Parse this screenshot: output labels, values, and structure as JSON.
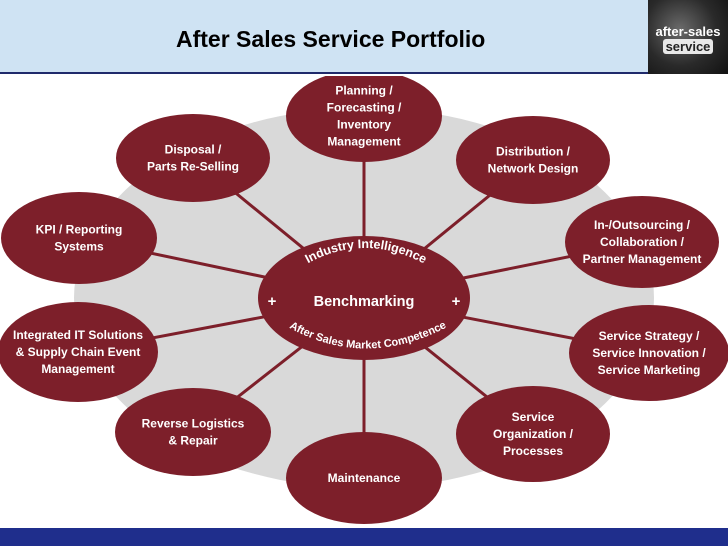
{
  "header": {
    "title": "After Sales Service Portfolio",
    "logo_text": [
      "after-sales",
      "service"
    ]
  },
  "center": {
    "top_arc": "Industry Intelligence",
    "main": "Benchmarking",
    "left_plus": "+",
    "right_plus": "+",
    "bottom_arc": "After Sales Market Competence"
  },
  "nodes": [
    {
      "lines": [
        "Planning /",
        "Forecasting /",
        "Inventory",
        "Management"
      ]
    },
    {
      "lines": [
        "Distribution /",
        "Network Design"
      ]
    },
    {
      "lines": [
        "In-/Outsourcing /",
        "Collaboration /",
        "Partner Management"
      ]
    },
    {
      "lines": [
        "Service Strategy /",
        "Service Innovation /",
        "Service Marketing"
      ]
    },
    {
      "lines": [
        "Service",
        "Organization /",
        "Processes"
      ]
    },
    {
      "lines": [
        "Maintenance"
      ]
    },
    {
      "lines": [
        "Reverse Logistics",
        "& Repair"
      ]
    },
    {
      "lines": [
        "Integrated IT Solutions",
        "& Supply Chain Event",
        "Management"
      ]
    },
    {
      "lines": [
        "KPI / Reporting",
        "Systems"
      ]
    },
    {
      "lines": [
        "Disposal /",
        "Parts Re-Selling"
      ]
    }
  ],
  "colors": {
    "node": "#7d1f2a",
    "node_text": "#ffffff",
    "background_ellipse": "#d9d9d9",
    "spoke": "#7d1f2a",
    "header_bg": "#cfe3f3",
    "footer_bg": "#1f2e8c"
  }
}
